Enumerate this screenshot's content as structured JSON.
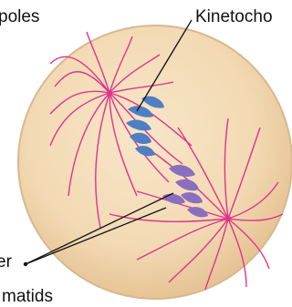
{
  "labels": {
    "poles": "poles",
    "kinetochore": "Kinetocho",
    "sister_line1": "er",
    "sister_line2": "matids"
  },
  "colors": {
    "cell_fill": "#f2d9b3",
    "cell_edge": "#d8b88c",
    "spindle": "#e0338c",
    "chromatid_blue": "#4f7fc2",
    "chromatid_purple": "#8a6fbf",
    "leader_line": "#111111"
  }
}
